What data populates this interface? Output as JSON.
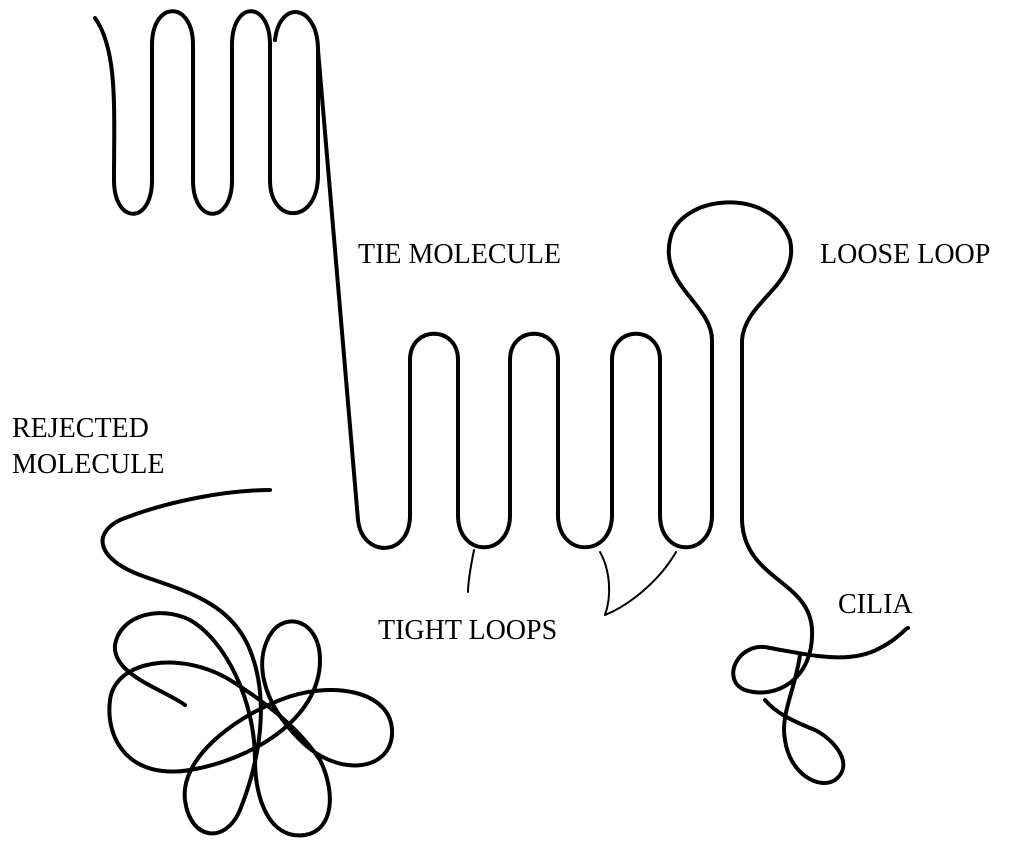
{
  "labels": {
    "tie_molecule": "TIE MOLECULE",
    "loose_loop": "LOOSE LOOP",
    "rejected_line1": "REJECTED",
    "rejected_line2": "MOLECULE",
    "tight_loops": "TIGHT LOOPS",
    "cilia": "CILIA"
  },
  "colors": {
    "stroke": "#000000",
    "background": "#ffffff"
  }
}
